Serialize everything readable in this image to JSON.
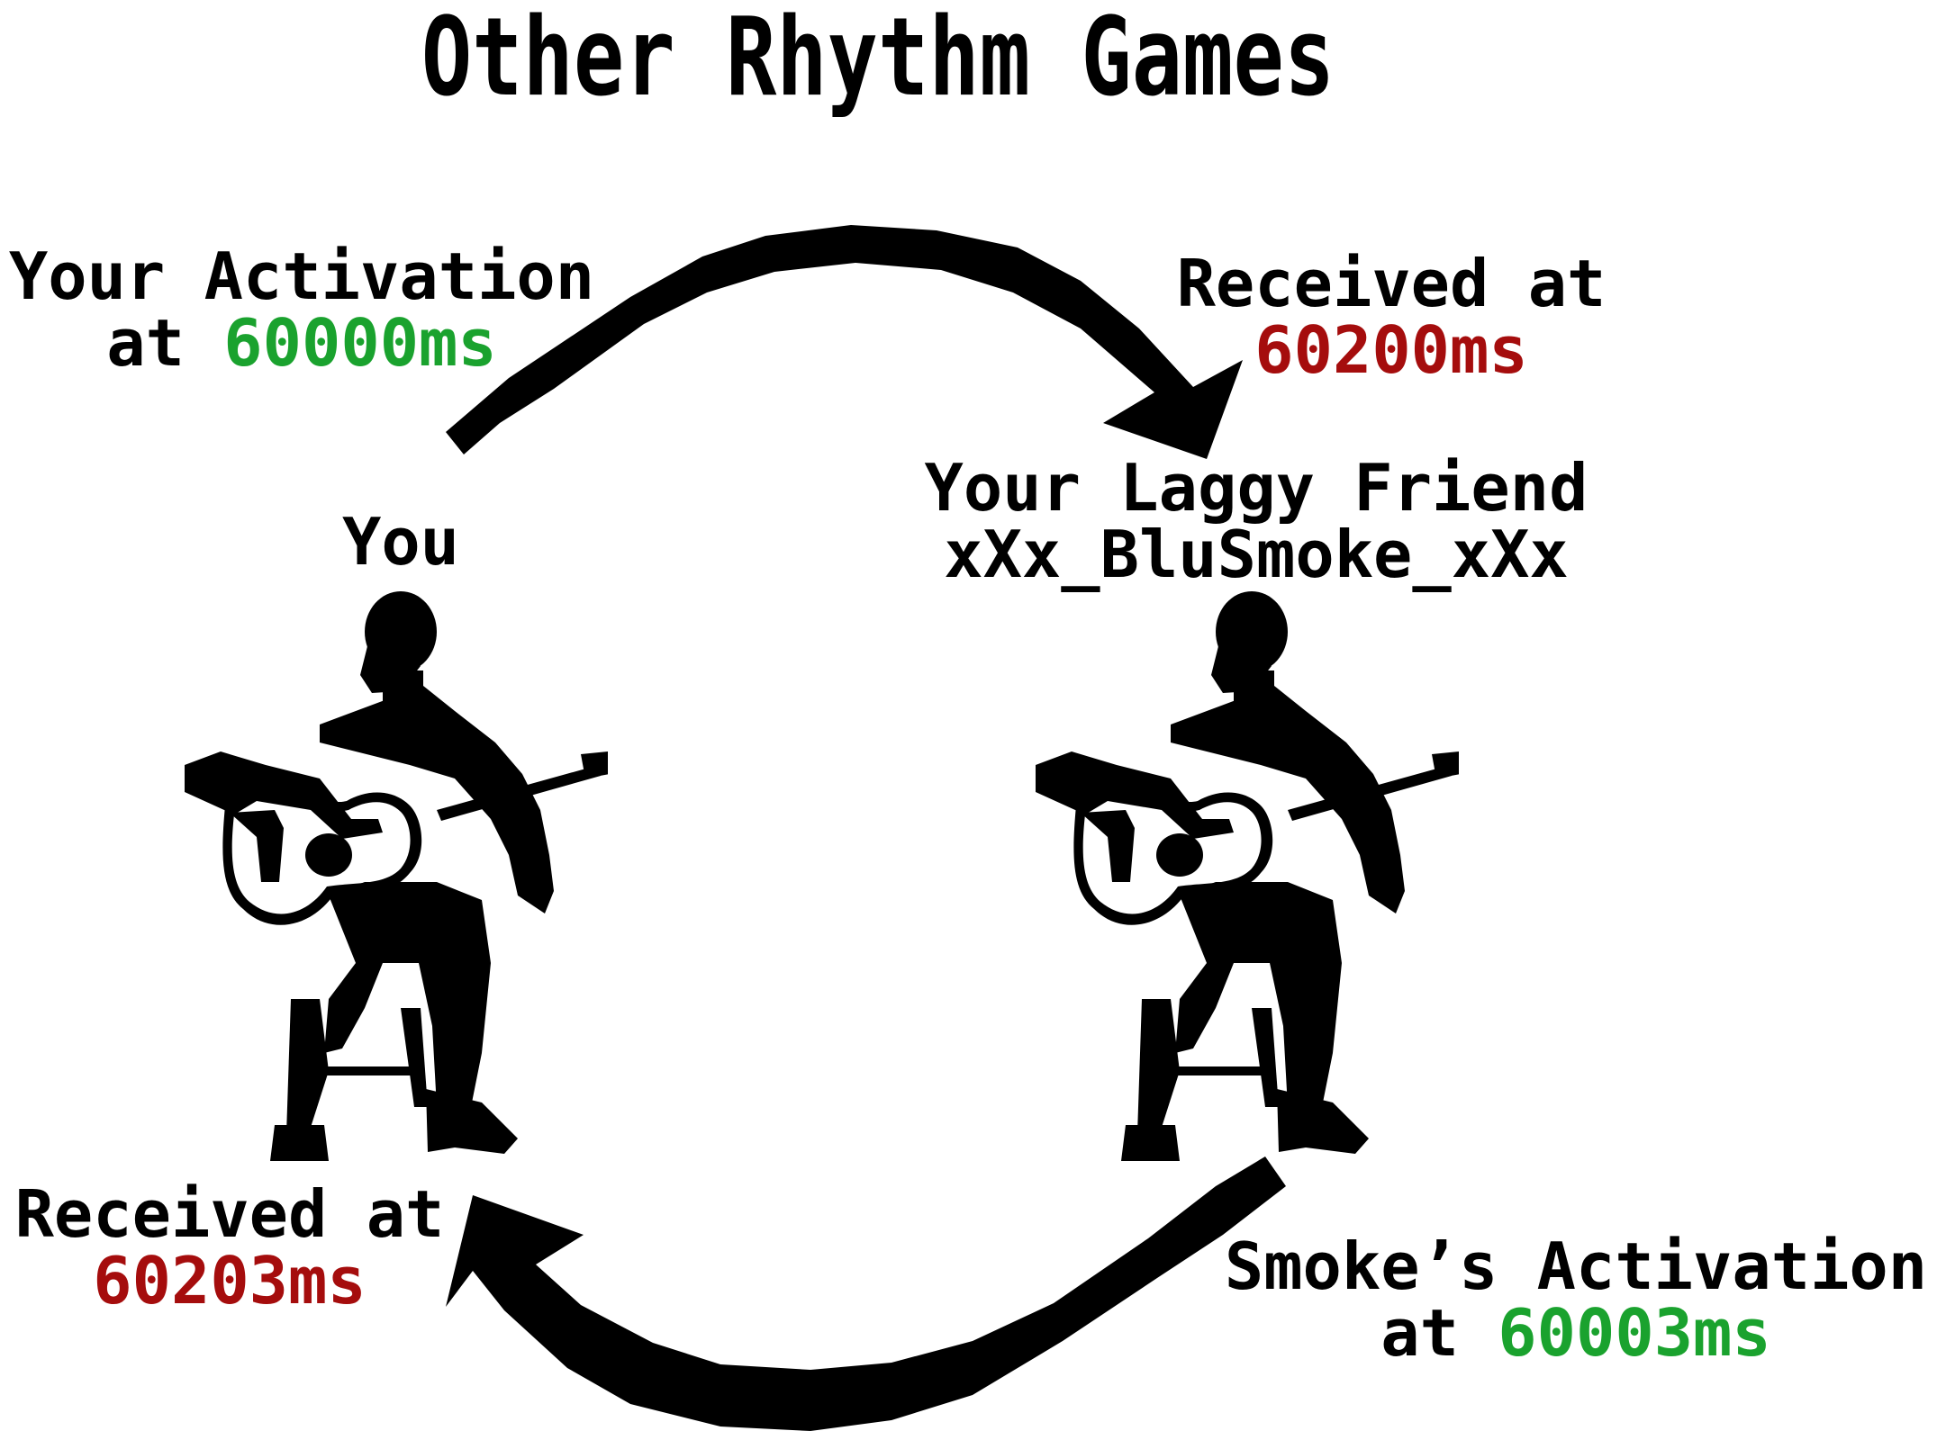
{
  "title": "Other Rhythm Games",
  "you": {
    "name": "You",
    "activation_line1": "Your Activation",
    "activation_prefix": "at ",
    "activation_time": "60000ms",
    "received_line1": "Received at",
    "received_time": "60203ms"
  },
  "friend": {
    "name_line1": "Your Laggy Friend",
    "name_line2": "xXx_BluSmoke_xXx",
    "received_line1": "Received at",
    "received_time": "60200ms",
    "activation_line1": "Smoke’s Activation",
    "activation_prefix": "at ",
    "activation_time": "60003ms"
  },
  "colors": {
    "sent_time": "#1aa22e",
    "received_time": "#a50d0d",
    "arrow": "#000000"
  },
  "icons": {
    "player": "guitarist-silhouette-icon",
    "signal": "curved-arrow-icon"
  }
}
